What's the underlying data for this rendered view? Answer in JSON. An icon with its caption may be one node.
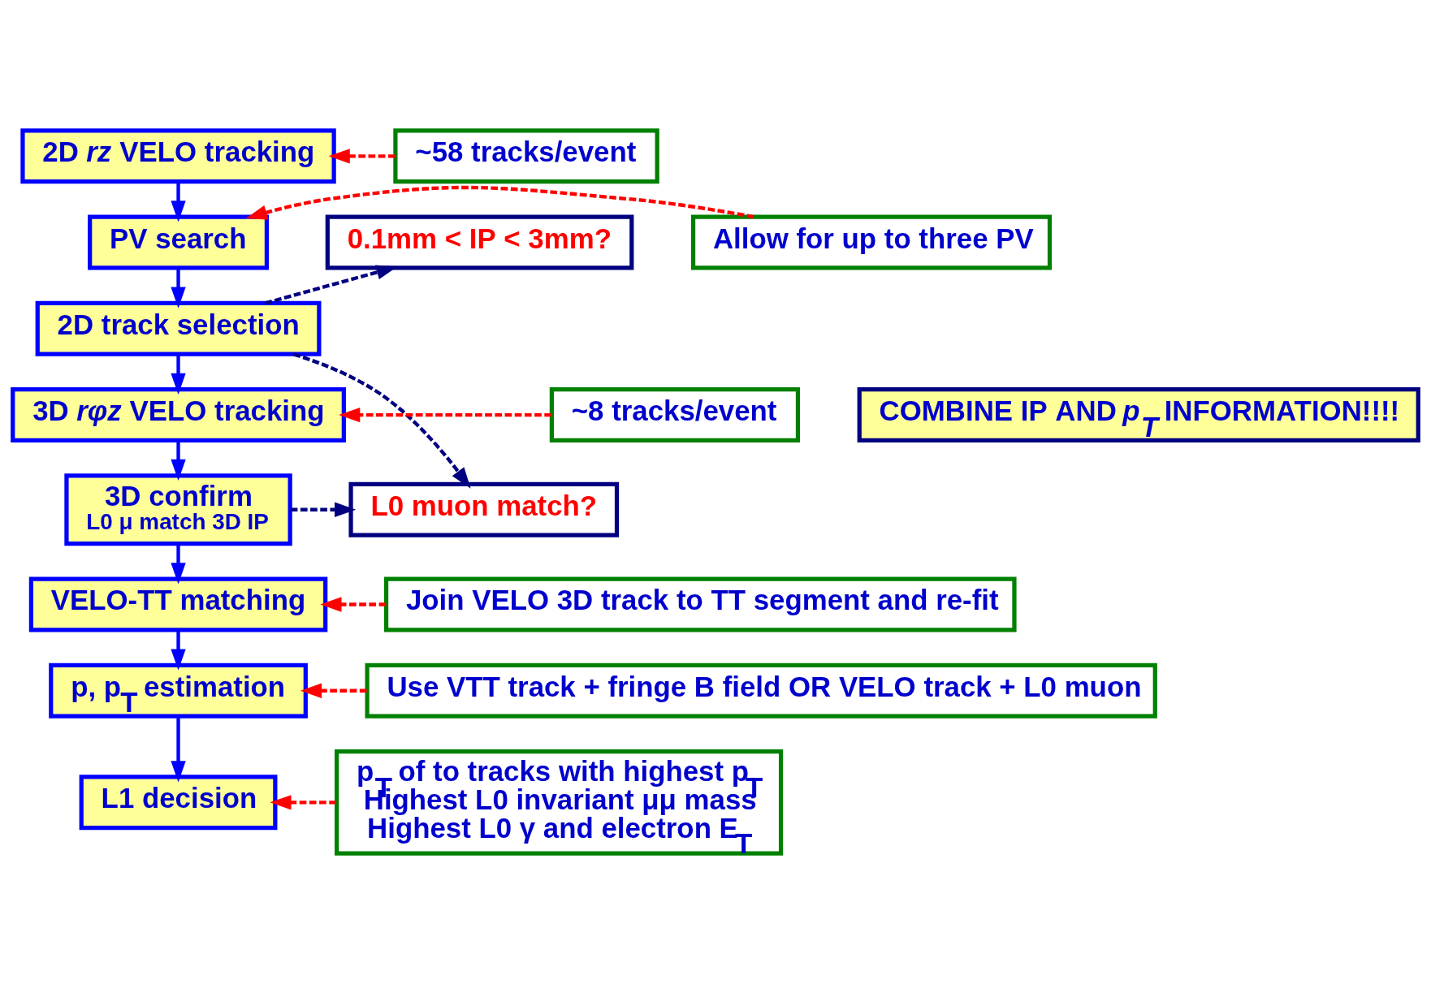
{
  "diagram": {
    "nodes": [
      {
        "text": [
          "2D *rz* VELO tracking"
        ]
      },
      {
        "text": [
          "~58 tracks/event"
        ]
      },
      {
        "text": [
          "PV search"
        ]
      },
      {
        "text": [
          "Allow for up to three PV"
        ]
      },
      {
        "text": [
          "0.1mm < IP < 3mm?"
        ]
      },
      {
        "text": [
          "2D track selection"
        ]
      },
      {
        "text": [
          "~8 tracks/event"
        ]
      },
      {
        "text": [
          "3D *rφz* VELO tracking"
        ]
      },
      {
        "text": [
          "L0 muon match?"
        ]
      },
      {
        "text": [
          "3D confirm",
          "L0 μ match 3D IP"
        ]
      },
      {
        "text": [
          "Join VELO 3D track to TT segment and re-fit"
        ]
      },
      {
        "text": [
          "VELO-TT matching"
        ]
      },
      {
        "text": [
          "Use VTT track + fringe B field OR VELO track + L0 muon"
        ]
      },
      {
        "text": [
          "p, p$_{T}$ estimation"
        ]
      },
      {
        "text": [
          "p$_{T}$ of to tracks with highest p$_{T}$",
          "Highest L0 invariant μμ mass",
          "Highest L0 γ and electron E$_{T}$"
        ]
      },
      {
        "text": [
          "L1 decision"
        ]
      },
      {
        "text": [
          "COMBINE IP AND *p$_{T}$* INFORMATION!!!!"
        ]
      }
    ],
    "edges": [
      {
        "from": 1,
        "to": 0,
        "arrow": "to",
        "style": "dashed",
        "color": "#ff0000"
      },
      {
        "from": 0,
        "to": 2,
        "arrow": "to"
      },
      {
        "from": 3,
        "to": 2,
        "arrow": "to",
        "style": "dashed",
        "color": "#ff0000"
      },
      {
        "from": 2,
        "to": 5,
        "arrow": "to"
      },
      {
        "from": 5,
        "to": 4,
        "arrow": "to",
        "style": "dashed",
        "color": "#000080"
      },
      {
        "from": 5,
        "to": 8,
        "arrow": "to",
        "style": "dashed",
        "color": "#000080"
      },
      {
        "from": 5,
        "to": 7,
        "arrow": "to"
      },
      {
        "from": 6,
        "to": 7,
        "arrow": "to",
        "style": "dashed",
        "color": "#ff0000"
      },
      {
        "from": 7,
        "to": 9,
        "arrow": "to"
      },
      {
        "from": 9,
        "to": 8,
        "arrow": "to",
        "style": "dashed",
        "color": "#000080"
      },
      {
        "from": 9,
        "to": 11,
        "arrow": "to"
      },
      {
        "from": 10,
        "to": 11,
        "arrow": "to",
        "style": "dashed",
        "color": "#ff0000"
      },
      {
        "from": 11,
        "to": 13,
        "arrow": "to"
      },
      {
        "from": 12,
        "to": 13,
        "arrow": "to",
        "style": "dashed",
        "color": "#ff0000"
      },
      {
        "from": 13,
        "to": 15,
        "arrow": "to"
      },
      {
        "from": 14,
        "to": 15,
        "arrow": "to",
        "style": "dashed",
        "color": "#ff0000"
      }
    ]
  }
}
